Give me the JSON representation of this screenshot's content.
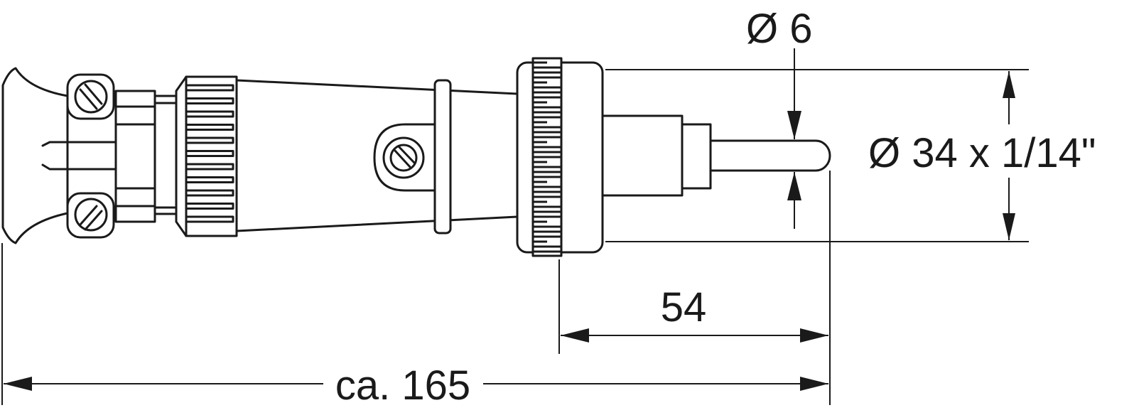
{
  "dimensions": {
    "pin_diameter": "Ø 6",
    "thread": "Ø 34 x 1/14\"",
    "shaft_length": "54",
    "total_length": "ca. 165"
  }
}
